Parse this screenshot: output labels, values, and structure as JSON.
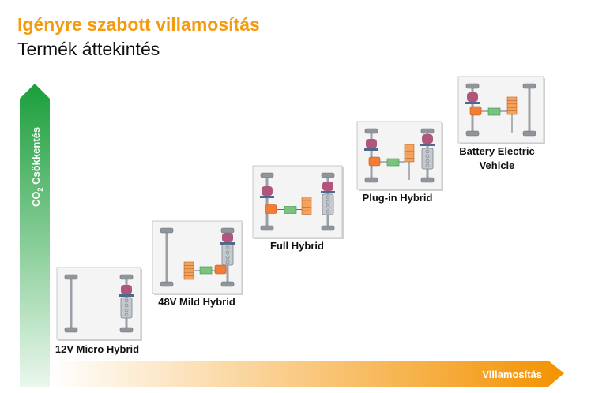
{
  "header": {
    "title": "Igényre szabott villamosítás",
    "subtitle": "Termék áttekintés"
  },
  "axes": {
    "y_label_main": "CO",
    "y_label_sub": "2",
    "y_label_rest": " Csökkentés",
    "x_label": "Villamosítás",
    "colors": {
      "y_top": "#1a9e3a",
      "y_bottom": "#eaf7ec",
      "x_left": "#fff4e5",
      "x_right": "#f39200"
    }
  },
  "products": [
    {
      "label": "12V  Micro Hybrid",
      "components": [
        "engine",
        "gearbox"
      ]
    },
    {
      "label": "48V  Mild Hybrid",
      "components": [
        "engine",
        "gearbox",
        "battery",
        "inverter",
        "motor"
      ]
    },
    {
      "label": "Full Hybrid",
      "components": [
        "engine",
        "gearbox",
        "battery",
        "inverter",
        "motor"
      ]
    },
    {
      "label": "Plug-in Hybrid",
      "components": [
        "engine",
        "gearbox",
        "battery",
        "inverter",
        "motor"
      ]
    },
    {
      "label_lines": [
        "Battery Electric",
        "Vehicle"
      ],
      "components": [
        "motor",
        "inverter",
        "battery"
      ]
    }
  ],
  "component_colors": {
    "engine": "#a3a8ad",
    "gearbox": "#b0567e",
    "battery": "#f5a25d",
    "inverter": "#7ac47f",
    "motor": "#f47c34"
  }
}
